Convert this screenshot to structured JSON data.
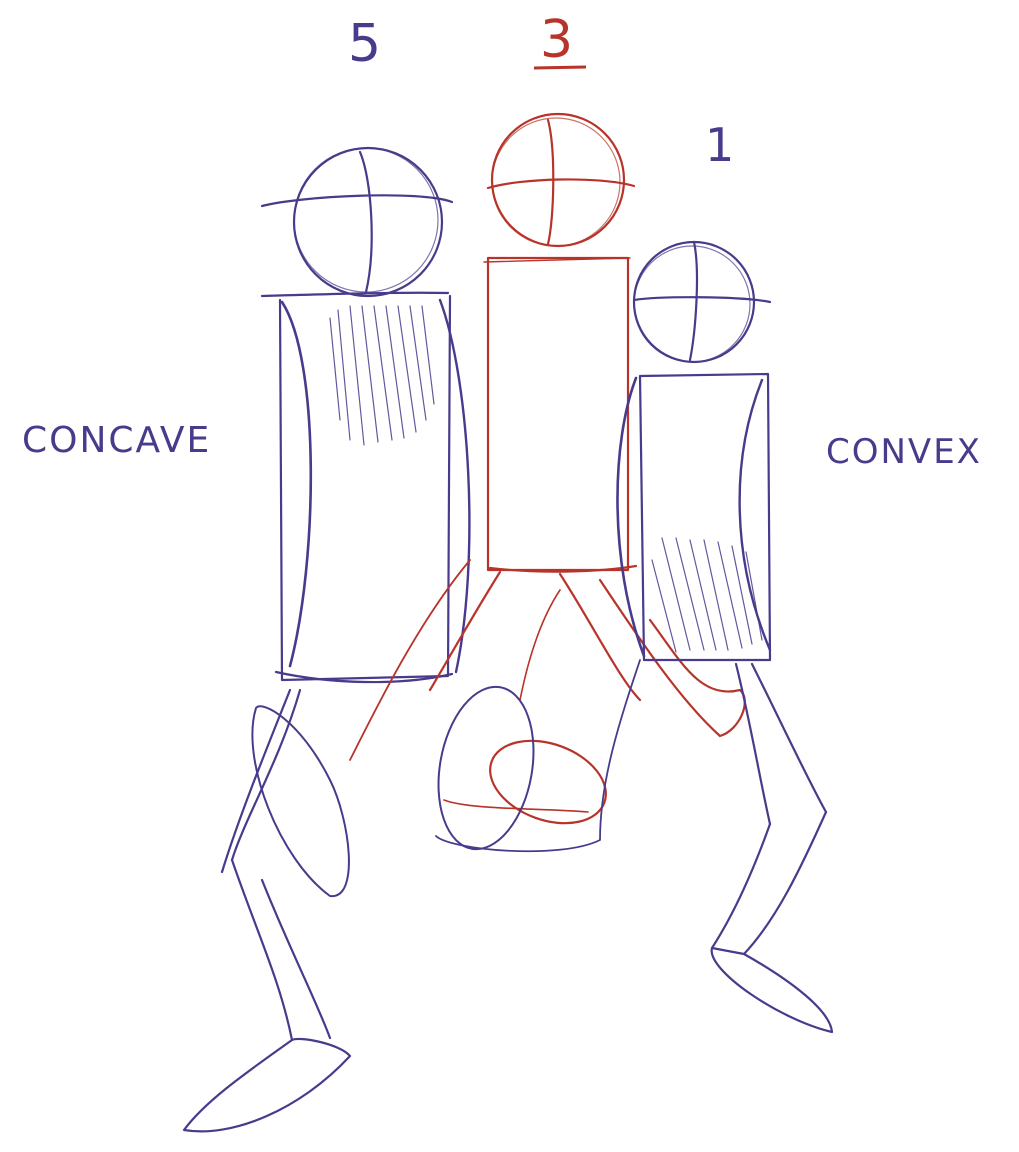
{
  "labels": {
    "frame_5": "5",
    "frame_3": "3",
    "frame_1": "1",
    "concave": "CONCAVE",
    "convex": "CONVEX"
  },
  "colors": {
    "purple_ink": "#4a3a8c",
    "red_ink": "#b8342a",
    "background": "#ffffff"
  }
}
